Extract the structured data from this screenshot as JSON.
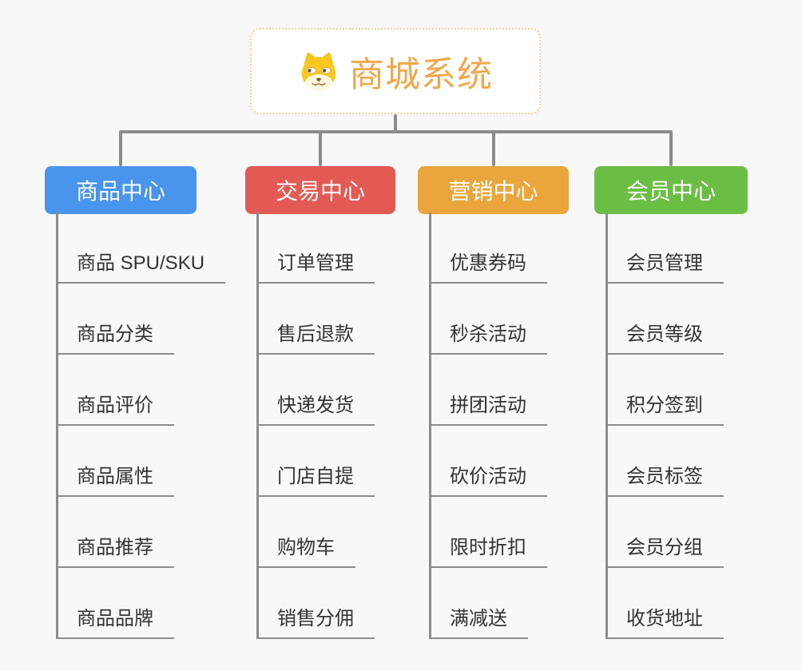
{
  "app": {
    "background": "#F8F8F8",
    "connector_color": "#8C8C8C",
    "item_text_color": "#333333"
  },
  "root": {
    "title": "商城系统",
    "icon": "doge-icon",
    "text_color": "#F0A74B",
    "border_color": "#F6D29A",
    "background": "#FFFFFF"
  },
  "branches": [
    {
      "id": "product-center",
      "label": "商品中心",
      "color": "#4994EC",
      "items": [
        "商品 SPU/SKU",
        "商品分类",
        "商品评价",
        "商品属性",
        "商品推荐",
        "商品品牌"
      ]
    },
    {
      "id": "trade-center",
      "label": "交易中心",
      "color": "#E35A55",
      "items": [
        "订单管理",
        "售后退款",
        "快递发货",
        "门店自提",
        "购物车",
        "销售分佣"
      ]
    },
    {
      "id": "marketing-center",
      "label": "营销中心",
      "color": "#EAA63C",
      "items": [
        "优惠券码",
        "秒杀活动",
        "拼团活动",
        "砍价活动",
        "限时折扣",
        "满减送"
      ]
    },
    {
      "id": "member-center",
      "label": "会员中心",
      "color": "#6BBE44",
      "items": [
        "会员管理",
        "会员等级",
        "积分签到",
        "会员标签",
        "会员分组",
        "收货地址"
      ]
    }
  ]
}
